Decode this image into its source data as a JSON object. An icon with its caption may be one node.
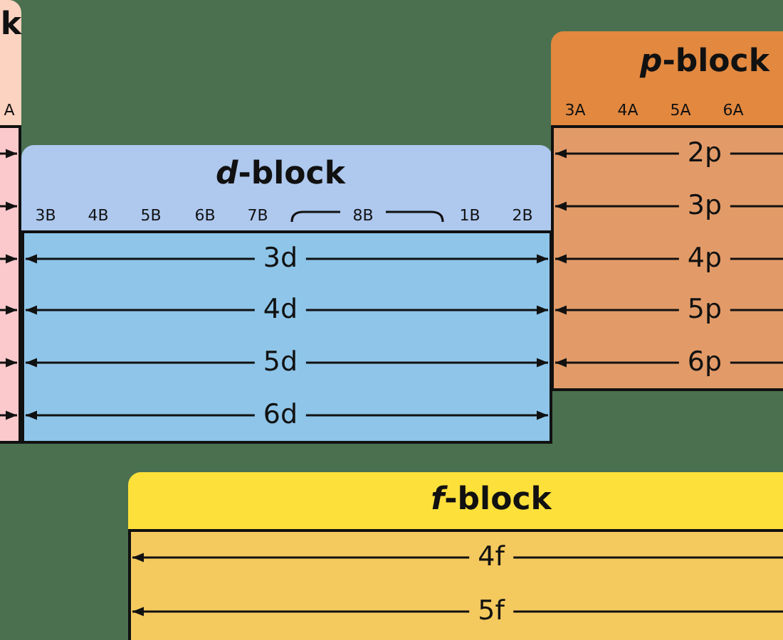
{
  "diagram": {
    "nodes": [
      {
        "text": [
          "k",
          "A"
        ]
      },
      {
        "text": [
          "*d*-block",
          "3B",
          "4B",
          "5B",
          "6B",
          "7B",
          "8B",
          "1B",
          "2B",
          "3d",
          "4d",
          "5d",
          "6d"
        ]
      },
      {
        "text": [
          "*p*-block",
          "3A",
          "4A",
          "5A",
          "6A",
          "2p",
          "3p",
          "4p",
          "5p",
          "6p"
        ]
      },
      {
        "text": [
          "*f*-block",
          "4f",
          "5f"
        ]
      }
    ]
  }
}
